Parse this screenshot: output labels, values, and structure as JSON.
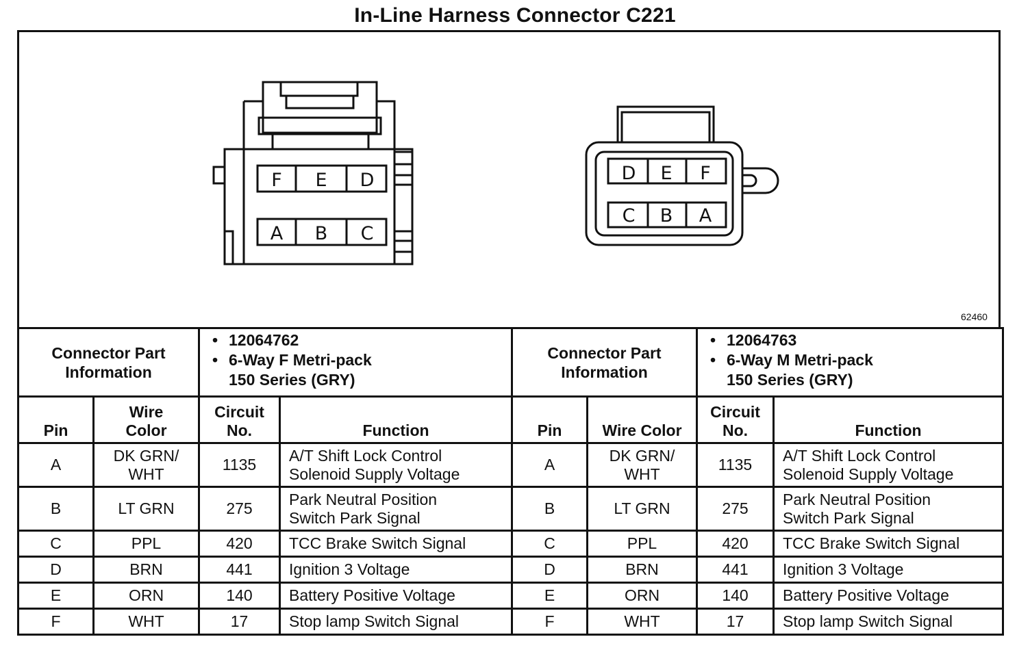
{
  "title": "In-Line Harness Connector C221",
  "figure_id": "62460",
  "connector_left": {
    "pins_top": [
      "F",
      "E",
      "D"
    ],
    "pins_bottom": [
      "A",
      "B",
      "C"
    ]
  },
  "connector_right": {
    "pins_top": [
      "D",
      "E",
      "F"
    ],
    "pins_bottom": [
      "C",
      "B",
      "A"
    ]
  },
  "part_info": {
    "label_line1": "Connector Part",
    "label_line2": "Information",
    "left": {
      "part_number": "12064762",
      "desc_line1": "6-Way F Metri-pack",
      "desc_line2": "150 Series (GRY)"
    },
    "right": {
      "part_number": "12064763",
      "desc_line1": "6-Way M Metri-pack",
      "desc_line2": "150 Series (GRY)"
    }
  },
  "headers": {
    "pin": "Pin",
    "wire_color_1": "Wire",
    "wire_color_2": "Color",
    "wire_color_single": "Wire Color",
    "circuit_1": "Circuit",
    "circuit_2": "No.",
    "function": "Function"
  },
  "rows": [
    {
      "pin": "A",
      "color_1": "DK GRN/",
      "color_2": "WHT",
      "circuit": "1135",
      "fn_1": "A/T Shift Lock Control",
      "fn_2": "Solenoid Supply Voltage"
    },
    {
      "pin": "B",
      "color_1": "LT GRN",
      "color_2": "",
      "circuit": "275",
      "fn_1": "Park Neutral Position",
      "fn_2": "Switch Park Signal"
    },
    {
      "pin": "C",
      "color_1": "PPL",
      "color_2": "",
      "circuit": "420",
      "fn_1": "TCC Brake Switch Signal",
      "fn_2": ""
    },
    {
      "pin": "D",
      "color_1": "BRN",
      "color_2": "",
      "circuit": "441",
      "fn_1": "Ignition 3 Voltage",
      "fn_2": ""
    },
    {
      "pin": "E",
      "color_1": "ORN",
      "color_2": "",
      "circuit": "140",
      "fn_1": "Battery Positive Voltage",
      "fn_2": ""
    },
    {
      "pin": "F",
      "color_1": "WHT",
      "color_2": "",
      "circuit": "17",
      "fn_1": "Stop lamp Switch Signal",
      "fn_2": ""
    }
  ]
}
